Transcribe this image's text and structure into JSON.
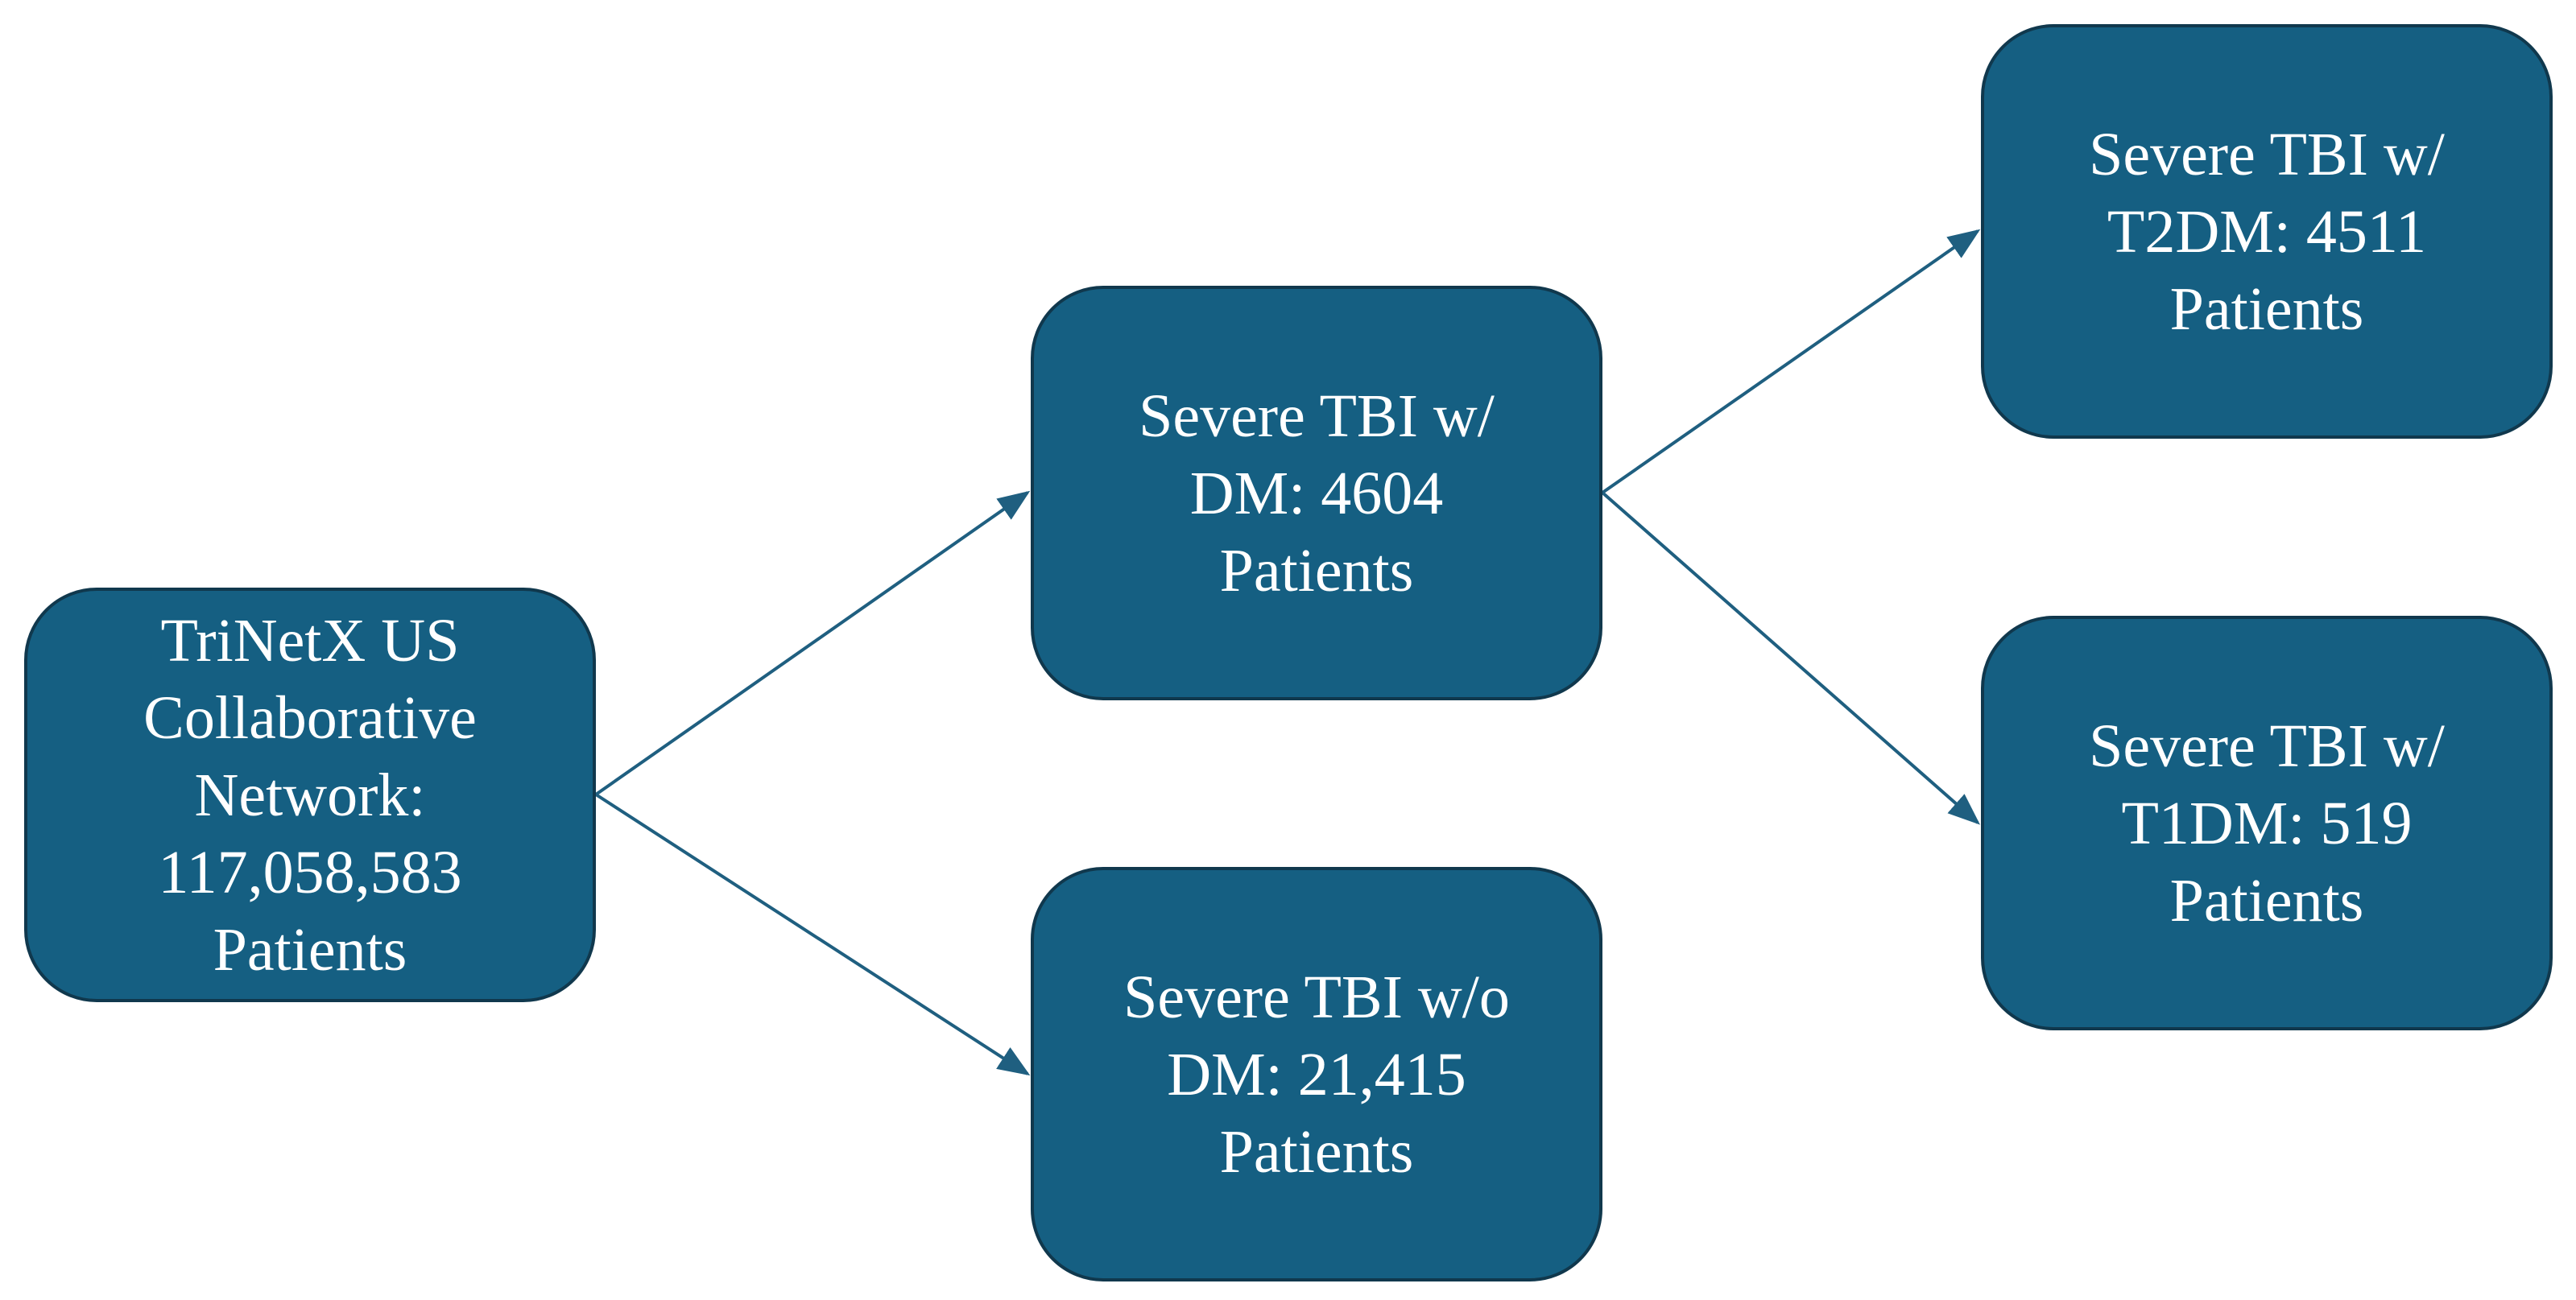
{
  "colors": {
    "box_fill": "#155f82",
    "box_border": "#10384d",
    "arrow": "#1f5f80",
    "text": "#ffffff",
    "background": "#ffffff"
  },
  "nodes": {
    "root": {
      "lines": [
        "TriNetX US",
        "Collaborative",
        "Network:",
        "117,058,583",
        "Patients"
      ]
    },
    "with_dm": {
      "lines": [
        "Severe TBI w/",
        "DM: 4604",
        "Patients"
      ]
    },
    "without_dm": {
      "lines": [
        "Severe TBI w/o",
        "DM: 21,415",
        "Patients"
      ]
    },
    "t2dm": {
      "lines": [
        "Severe TBI w/",
        "T2DM: 4511",
        "Patients"
      ]
    },
    "t1dm": {
      "lines": [
        "Severe TBI w/",
        "T1DM: 519",
        "Patients"
      ]
    }
  },
  "edges": [
    {
      "from": "root",
      "to": "with_dm"
    },
    {
      "from": "root",
      "to": "without_dm"
    },
    {
      "from": "with_dm",
      "to": "t2dm"
    },
    {
      "from": "with_dm",
      "to": "t1dm"
    }
  ]
}
